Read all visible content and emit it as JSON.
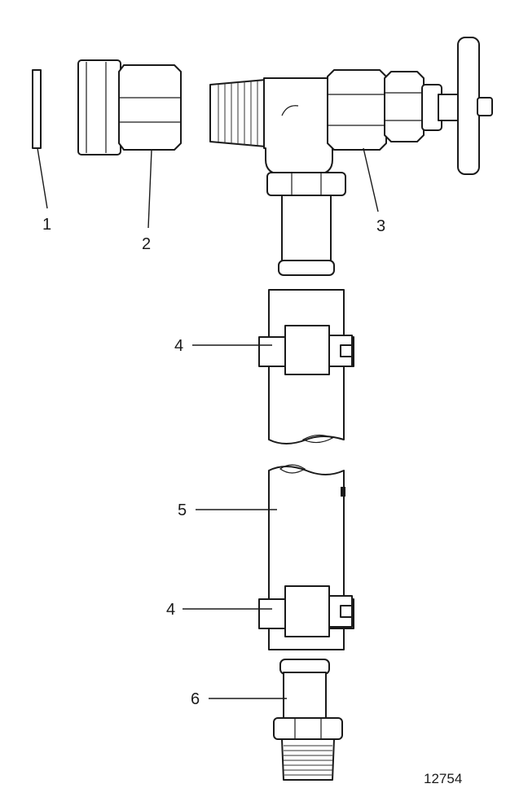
{
  "callouts": [
    "1",
    "2",
    "3",
    "4",
    "4",
    "5",
    "6"
  ],
  "figure_number": "12754",
  "colors": {
    "line": "#1a1a1a",
    "background": "#ffffff"
  }
}
